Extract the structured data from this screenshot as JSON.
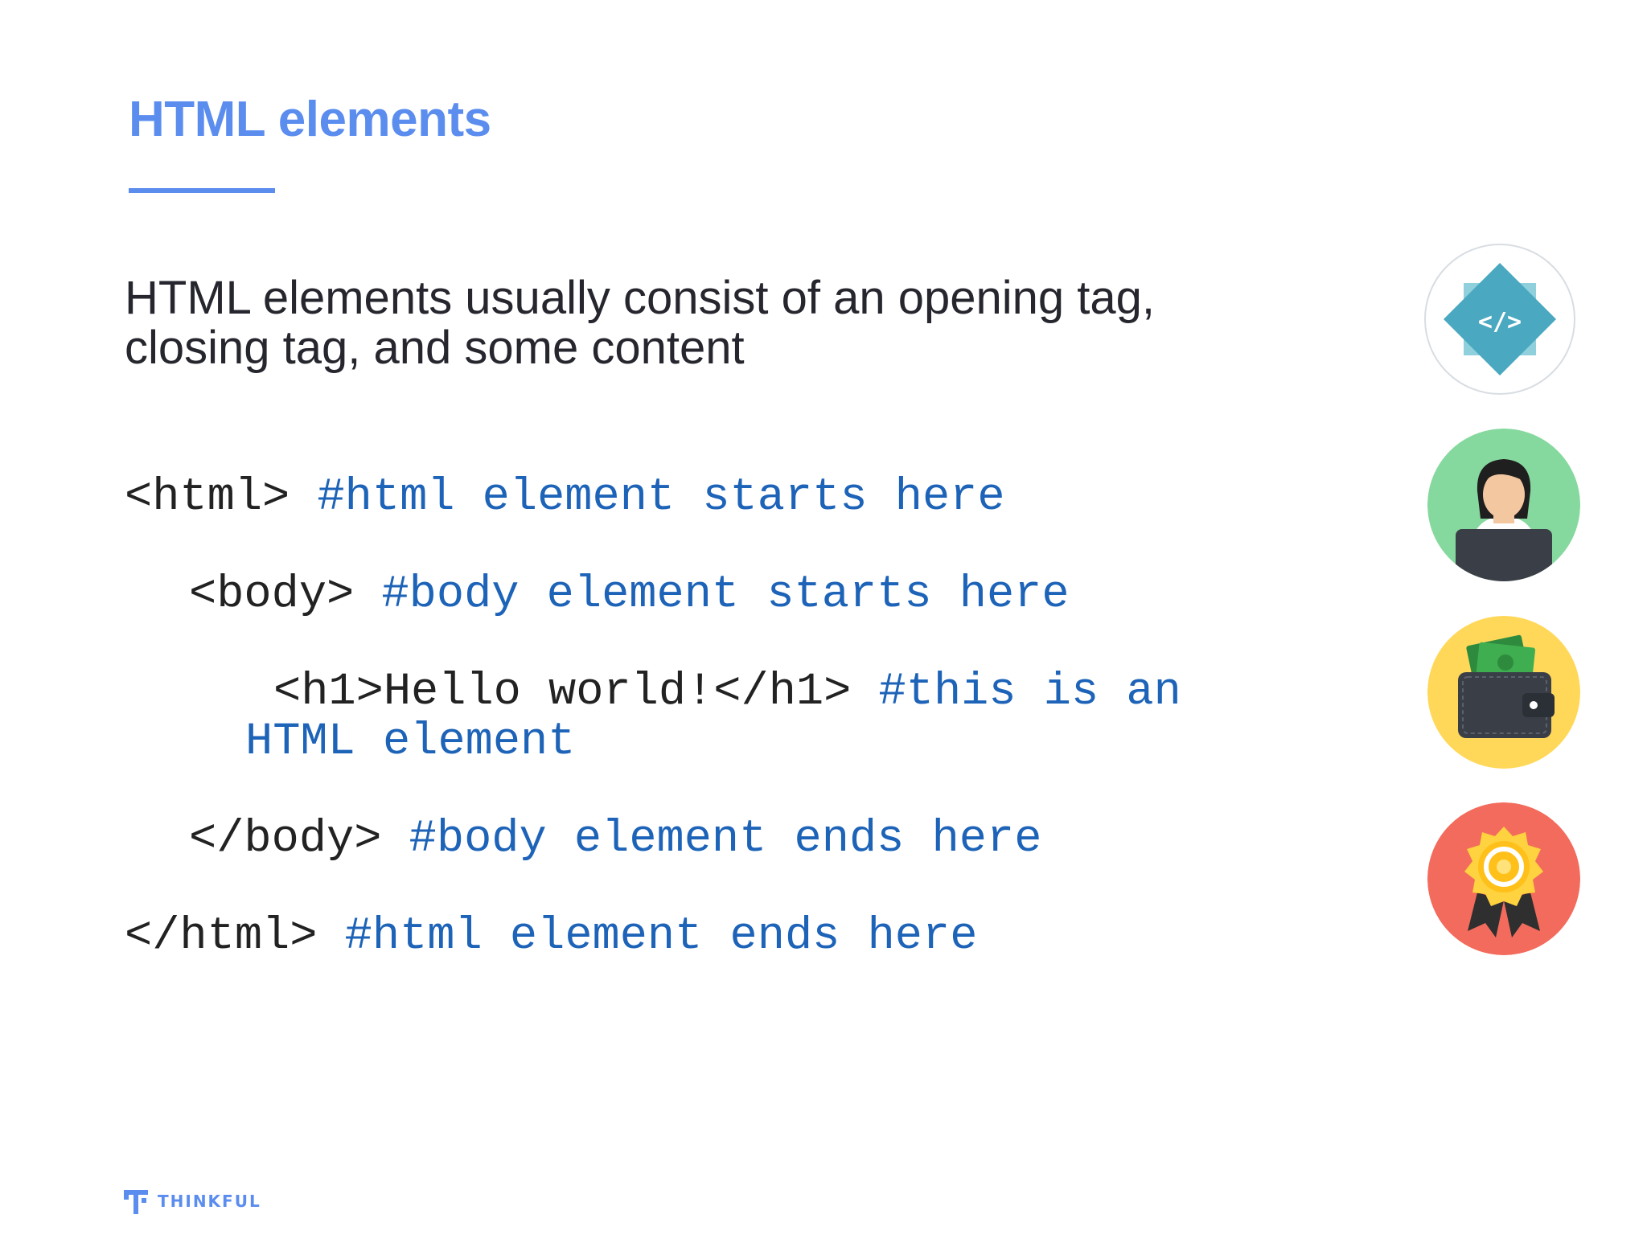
{
  "slide": {
    "title": "HTML elements",
    "intro": "HTML elements usually consist of an opening tag, closing tag, and some content"
  },
  "code": {
    "line1_tag": "<html>",
    "line1_comment": "#html element starts here",
    "line2_tag": "<body>",
    "line2_comment": "#body element starts here",
    "line3_tag": "<h1>Hello world!</h1>",
    "line3_comment": "#this is an",
    "line3_comment_cont": "HTML element",
    "line4_tag": "</body>",
    "line4_comment": "#body element ends here",
    "line5_tag": "</html>",
    "line5_comment": "#html element ends here"
  },
  "icons": [
    {
      "name": "code-diamond-icon",
      "glyph": "</>"
    },
    {
      "name": "person-laptop-icon"
    },
    {
      "name": "wallet-money-icon"
    },
    {
      "name": "award-rosette-icon"
    }
  ],
  "branding": {
    "logo_text": "THINKFUL"
  },
  "colors": {
    "accent": "#5b8def",
    "comment": "#1d63b8",
    "text": "#26262e"
  }
}
